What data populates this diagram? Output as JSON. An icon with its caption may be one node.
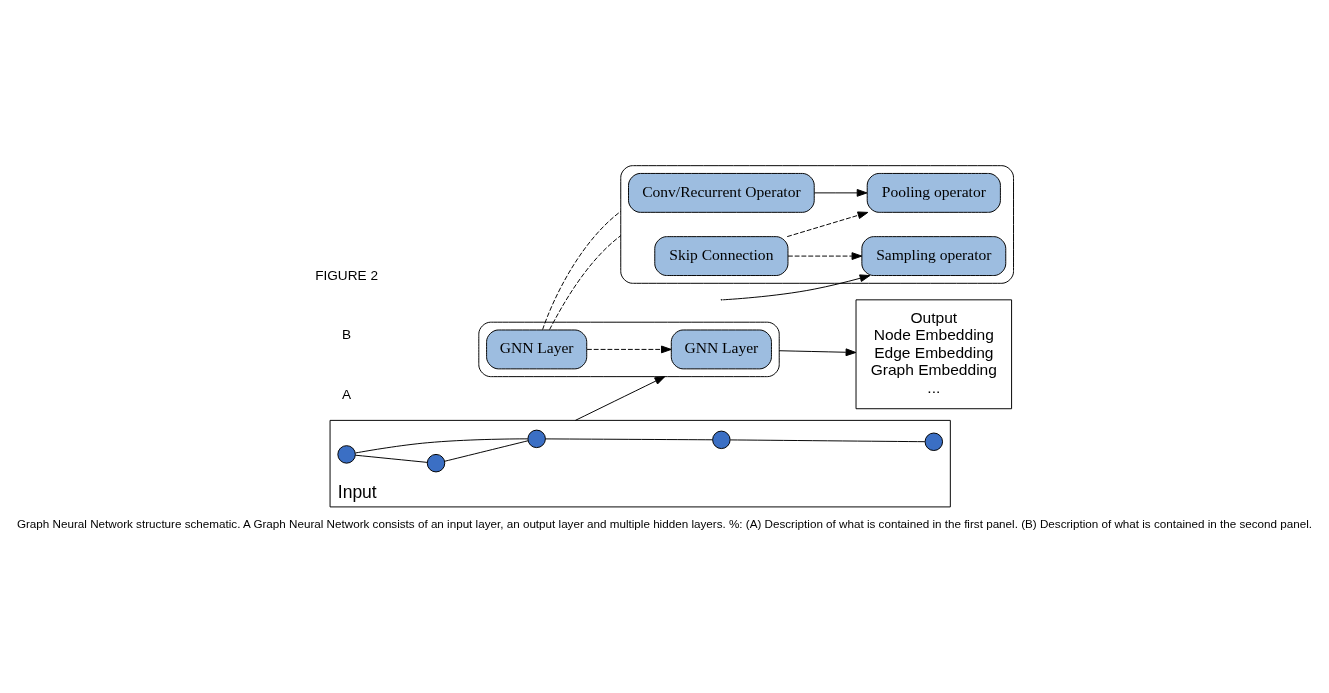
{
  "diagram": {
    "caption": "Graph Neural Network structure schematic. A Graph Neural Network consists of an input layer, an output layer and multiple hidden layers. %: (A) Description of what is contained in the first panel. (B) Description of what is contained in the second panel.",
    "nodes": [
      {
        "text": [
          "Input"
        ]
      },
      {
        "text": [],
        "shape": "circle",
        "in": 0
      },
      {
        "text": [],
        "shape": "circle",
        "in": 0
      },
      {
        "text": [],
        "shape": "circle",
        "in": 0
      },
      {
        "text": [],
        "shape": "circle",
        "in": 0
      },
      {
        "text": [],
        "shape": "circle",
        "in": 0
      },
      {
        "text": [],
        "shape": "box"
      },
      {
        "text": [
          "GNN Layer"
        ],
        "in": 6
      },
      {
        "text": [
          "GNN Layer"
        ],
        "in": 6
      },
      {
        "text": [
          "Output",
          "Node Embedding",
          "Edge Embedding",
          "Graph Embedding",
          "..."
        ]
      },
      {
        "text": [],
        "shape": "box"
      },
      {
        "text": [
          "Skip Connection"
        ],
        "in": 10
      },
      {
        "text": [
          "Sampling operator"
        ],
        "in": 10
      },
      {
        "text": [
          "Conv/Recurrent Operator"
        ],
        "in": 10
      },
      {
        "text": [
          "Pooling operator"
        ],
        "in": 10
      }
    ],
    "edges": [
      {
        "from": 2,
        "to": 1,
        "arrow": "none"
      },
      {
        "from": 1,
        "to": 3,
        "arrow": "none"
      },
      {
        "from": 2,
        "to": 3,
        "arrow": "none"
      },
      {
        "from": 3,
        "to": 4,
        "arrow": "none"
      },
      {
        "from": 4,
        "to": 5,
        "arrow": "none"
      },
      {
        "from": 0,
        "to": 6,
        "arrow": "to"
      },
      {
        "from": 7,
        "to": 8,
        "arrow": "to",
        "style": "dashed"
      },
      {
        "from": 6,
        "to": 9,
        "arrow": "to"
      },
      {
        "from": 7,
        "to": 10,
        "arrow": "none",
        "style": "dashed"
      },
      {
        "from": 7,
        "to": 10,
        "arrow": "none",
        "style": "dashed"
      },
      {
        "from": 11,
        "to": 12,
        "arrow": "to",
        "style": "dashed"
      },
      {
        "from": 11,
        "to": 14,
        "arrow": "to",
        "style": "dashed"
      },
      {
        "from": null,
        "to": 12,
        "arrow": "to"
      },
      {
        "from": 13,
        "to": 14,
        "arrow": "to"
      }
    ],
    "labels": [
      "A",
      "B",
      "FIGURE 2"
    ]
  }
}
